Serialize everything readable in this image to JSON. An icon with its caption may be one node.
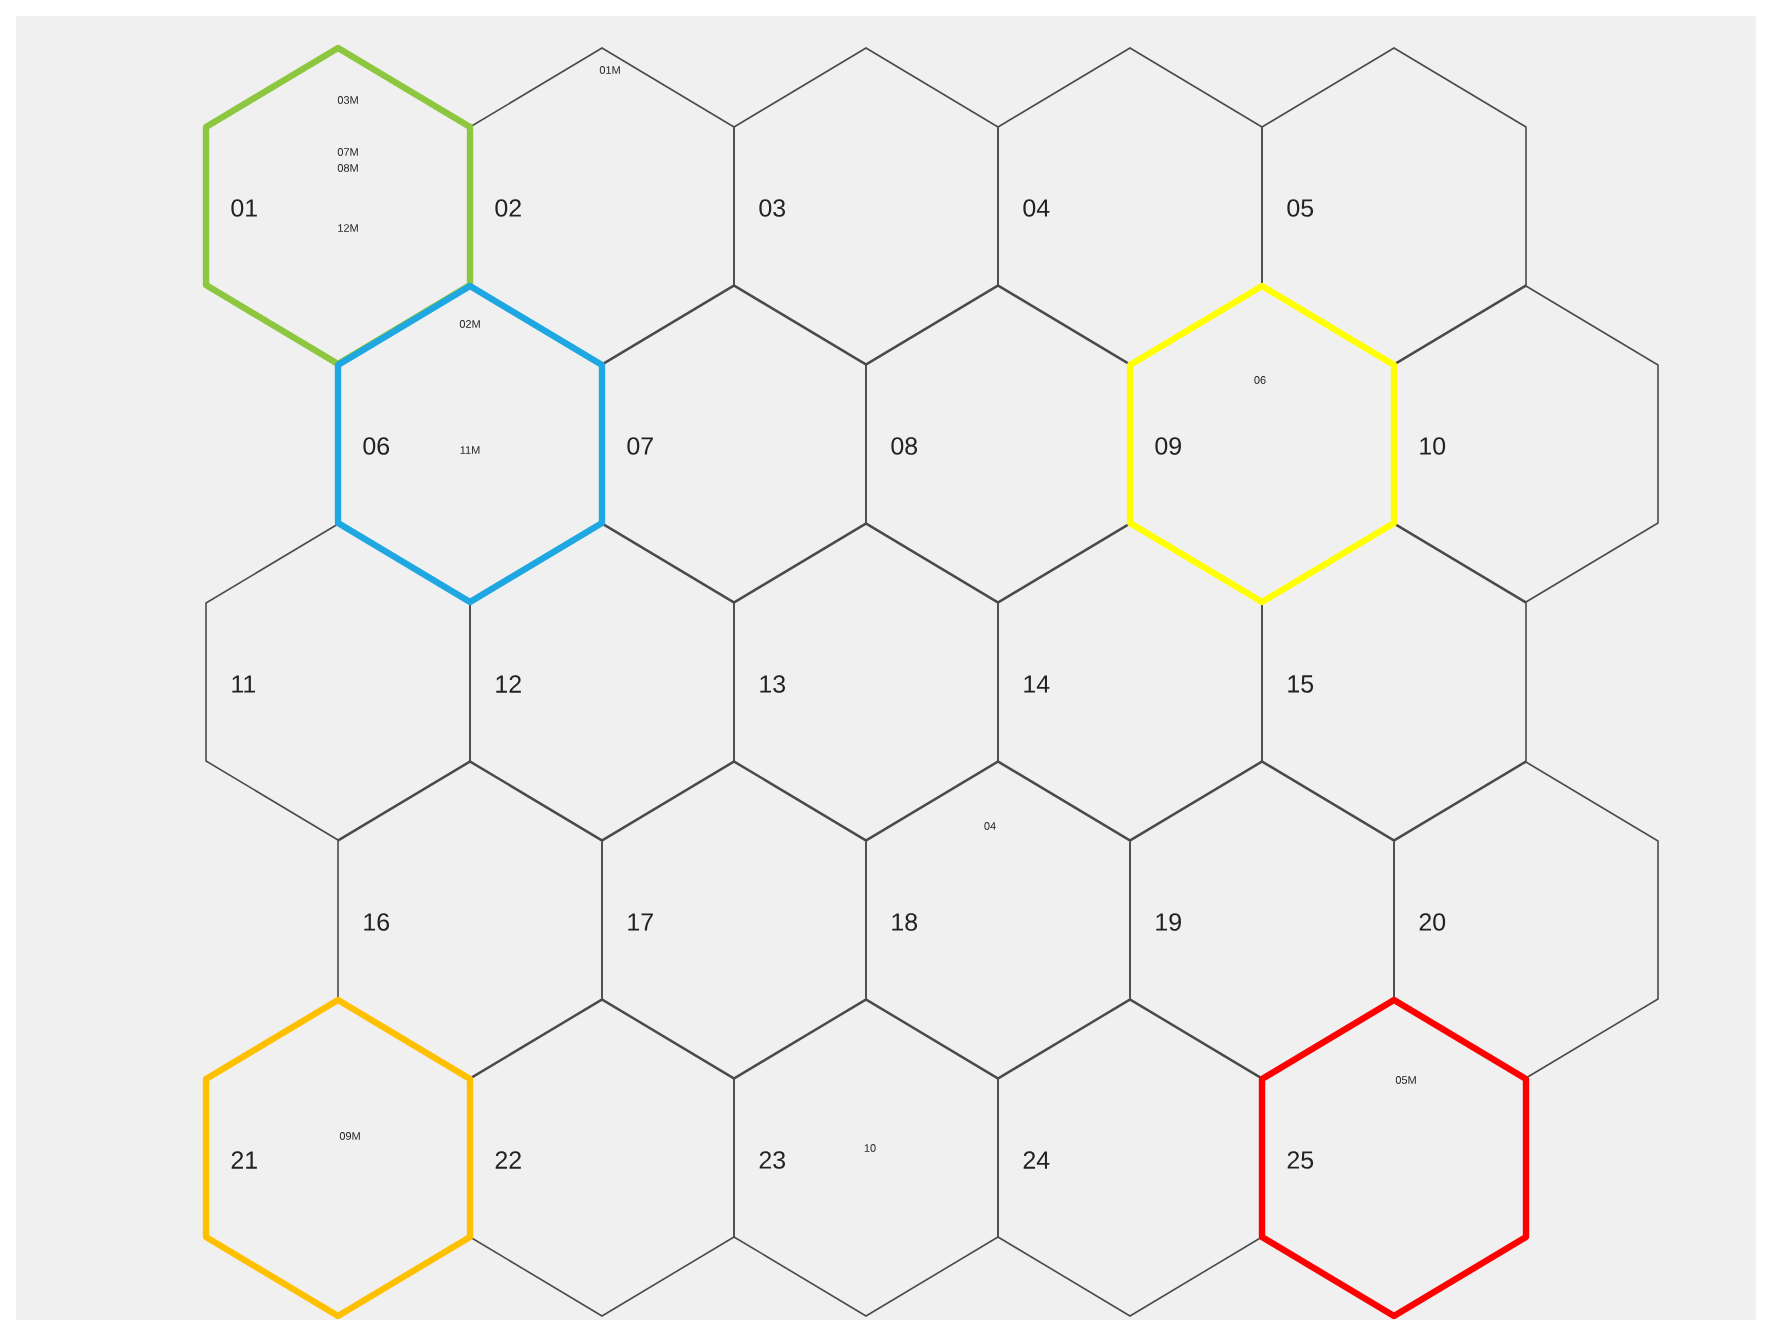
{
  "diagram": {
    "nodes": [
      {
        "text": [
          "01",
          "03M",
          "07M",
          "08M",
          "12M"
        ]
      },
      {
        "text": [
          "02",
          "01M"
        ]
      },
      {
        "text": [
          "03"
        ]
      },
      {
        "text": [
          "04"
        ]
      },
      {
        "text": [
          "05"
        ]
      },
      {
        "text": [
          "06",
          "02M",
          "11M"
        ]
      },
      {
        "text": [
          "07"
        ]
      },
      {
        "text": [
          "08"
        ]
      },
      {
        "text": [
          "09",
          "06"
        ]
      },
      {
        "text": [
          "10"
        ]
      },
      {
        "text": [
          "11"
        ]
      },
      {
        "text": [
          "12"
        ]
      },
      {
        "text": [
          "13"
        ]
      },
      {
        "text": [
          "14"
        ]
      },
      {
        "text": [
          "15"
        ]
      },
      {
        "text": [
          "16"
        ]
      },
      {
        "text": [
          "17"
        ]
      },
      {
        "text": [
          "18",
          "04"
        ]
      },
      {
        "text": [
          "19"
        ]
      },
      {
        "text": [
          "20"
        ]
      },
      {
        "text": [
          "21",
          "09M"
        ]
      },
      {
        "text": [
          "22"
        ]
      },
      {
        "text": [
          "23",
          "10"
        ]
      },
      {
        "text": [
          "24"
        ]
      },
      {
        "text": [
          "25",
          "05M"
        ]
      }
    ]
  }
}
